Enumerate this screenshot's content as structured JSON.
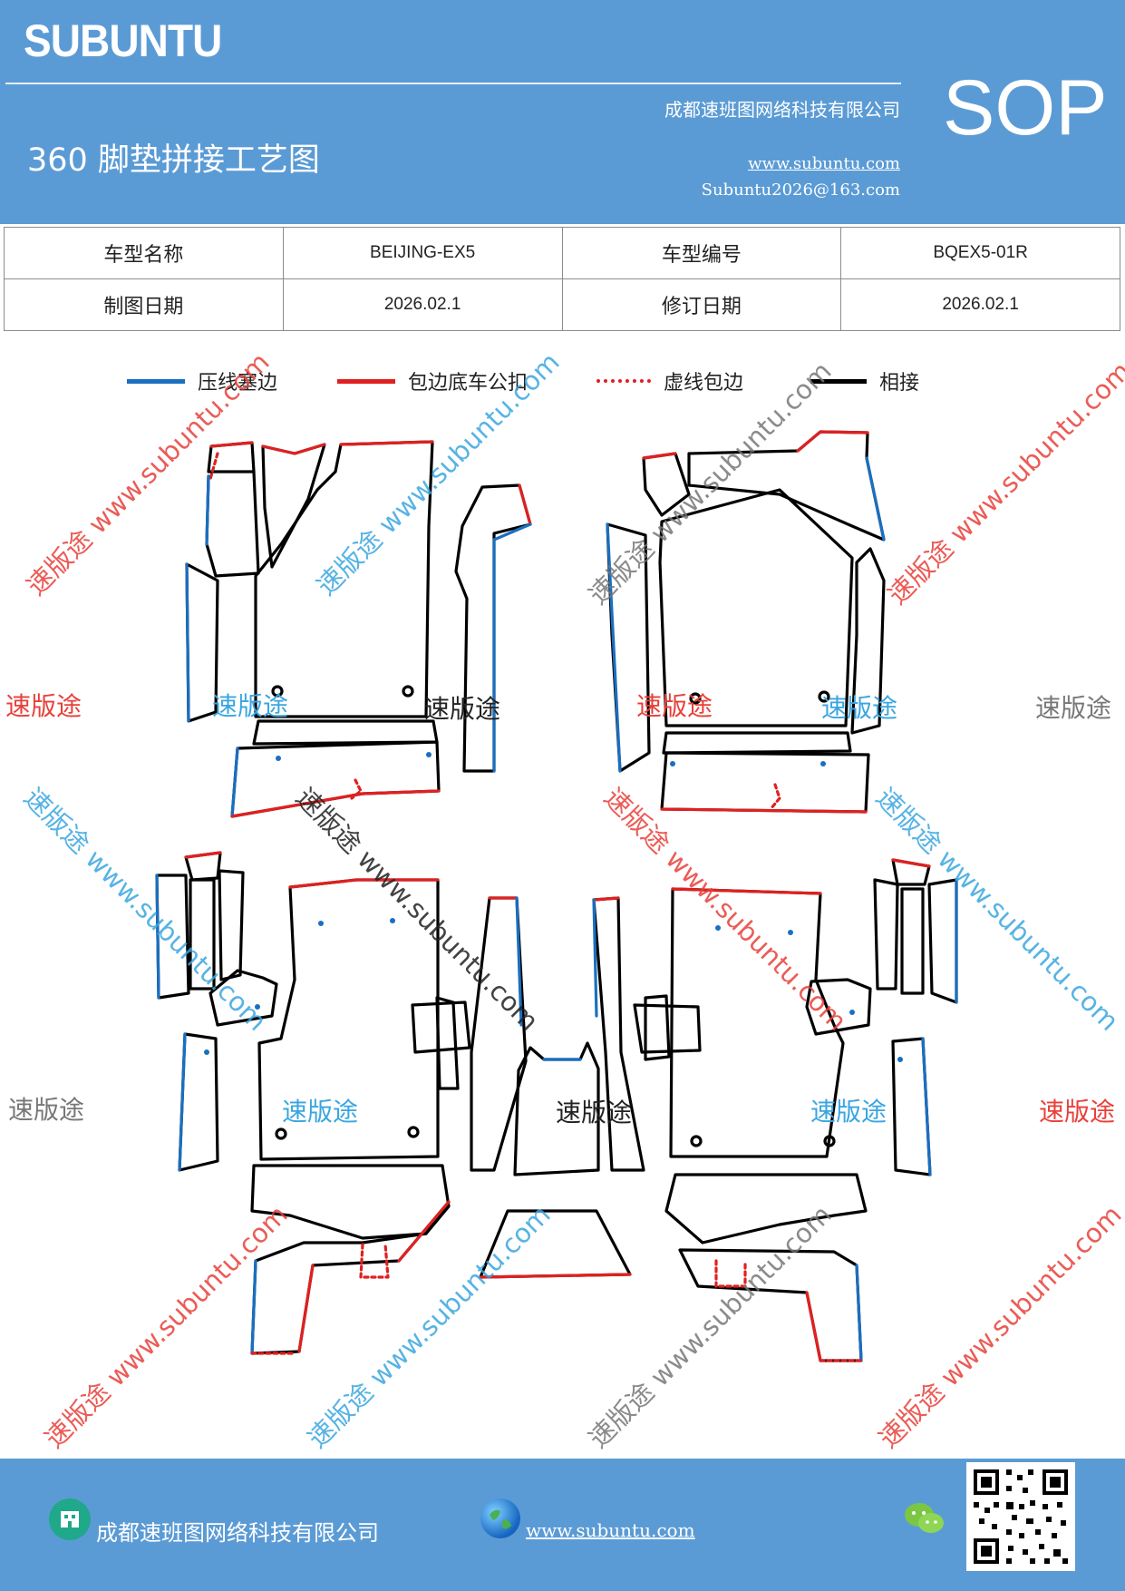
{
  "header": {
    "logo": "SUBUNTU",
    "company": "成都速班图网络科技有限公司",
    "title": "360 脚垫拼接工艺图",
    "url": "www.subuntu.com",
    "email": "Subuntu2026@163.com",
    "badge": "SOP",
    "bg_color": "#5b9bd5"
  },
  "info_table": {
    "rows": [
      [
        {
          "label": "车型名称"
        },
        {
          "value": "BEIJING-EX5"
        },
        {
          "label": "车型编号"
        },
        {
          "value": "BQEX5-01R"
        }
      ],
      [
        {
          "label": "制图日期"
        },
        {
          "value": "2026.02.1"
        },
        {
          "label": "修订日期"
        },
        {
          "value": "2026.02.1"
        }
      ]
    ]
  },
  "legend": {
    "items": [
      {
        "label": "压线塞边",
        "color": "#1a6fc0",
        "style": "solid"
      },
      {
        "label": "包边底车公扣",
        "color": "#e02020",
        "style": "solid"
      },
      {
        "label": "虚线包边",
        "color": "#e02020",
        "style": "dotted"
      },
      {
        "label": "相接",
        "color": "#000000",
        "style": "solid"
      }
    ]
  },
  "watermarks": {
    "brand": "速版途",
    "diagonal": "速版途 www.subuntu.com",
    "colors": {
      "red": "#e8403a",
      "blue": "#3aa6e0",
      "gray": "#777777"
    }
  },
  "footer": {
    "company": "成都速班图网络科技有限公司",
    "url": "www.subuntu.com",
    "icons": [
      "building-icon",
      "globe-icon",
      "wechat-icon",
      "qr-code"
    ]
  }
}
